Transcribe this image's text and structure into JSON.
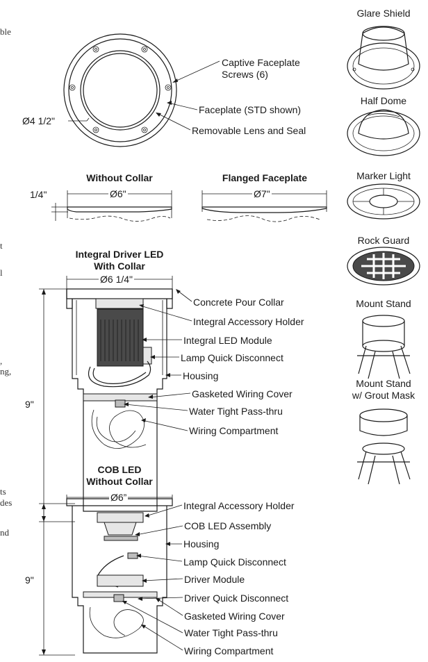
{
  "faceplate": {
    "labels": {
      "captive_screws": "Captive Faceplate Screws (6)",
      "faceplate": "Faceplate (STD shown)",
      "lens": "Removable Lens and Seal",
      "diameter": "Ø4 1/2\""
    }
  },
  "profiles": {
    "without_collar": {
      "title": "Without Collar",
      "width": "Ø6\"",
      "height": "1/4\""
    },
    "flanged": {
      "title": "Flanged Faceplate",
      "width": "Ø7\""
    }
  },
  "integral_driver": {
    "title_line1": "Integral Driver LED",
    "title_line2": "With Collar",
    "width": "Ø6 1/4\"",
    "height": "9\"",
    "labels": [
      "Concrete Pour Collar",
      "Integral Accessory Holder",
      "Integral LED Module",
      "Lamp Quick Disconnect",
      "Housing",
      "Gasketed Wiring Cover",
      "Water Tight Pass-thru",
      "Wiring Compartment"
    ]
  },
  "cob": {
    "title_line1": "COB LED",
    "title_line2": "Without Collar",
    "width": "Ø6”",
    "height": "9\"",
    "labels": [
      "Integral Accessory Holder",
      "COB LED Assembly",
      "Housing",
      "Lamp Quick Disconnect",
      "Driver Module",
      "Driver Quick Disconnect",
      "Gasketed Wiring Cover",
      "Water Tight Pass-thru",
      "Wiring Compartment"
    ]
  },
  "accessories": {
    "glare_shield": "Glare Shield",
    "half_dome": "Half Dome",
    "marker_light": "Marker Light",
    "rock_guard": "Rock Guard",
    "mount_stand": "Mount Stand",
    "mount_stand_grout_line1": "Mount Stand",
    "mount_stand_grout_line2": "w/ Grout Mask"
  },
  "text_fragments": [
    "ble",
    "t",
    "l",
    ",",
    "ng,",
    "ts",
    "des",
    "nd"
  ]
}
